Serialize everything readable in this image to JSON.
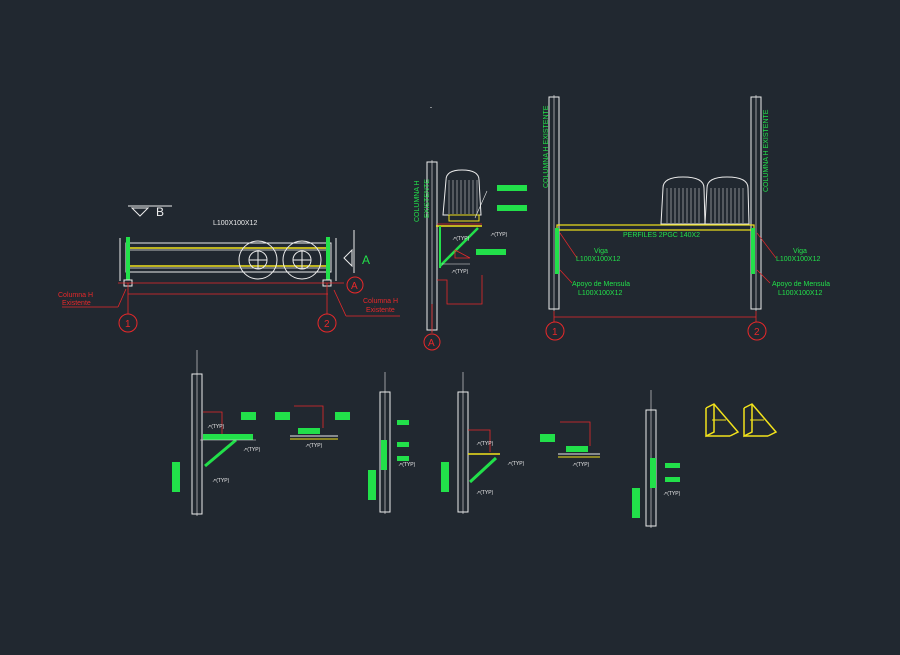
{
  "plan": {
    "section_b": "B",
    "section_a": "A",
    "angle_label": "L100X100X12",
    "column_label_line1": "Columna H",
    "column_label_line2": "Existente",
    "column2_label_line1": "Columna H",
    "column2_label_line2": "Existente",
    "axis_grid_a": "A",
    "axis_1": "1",
    "axis_2": "2"
  },
  "side_section": {
    "column_label_line1": "COLUMNA H",
    "column_label_line2": "EXISTENTE",
    "axis_a": "A"
  },
  "elevation": {
    "left_column_label": "COLUMNA H EXISTENTE",
    "right_column_label": "COLUMNA H EXISTENTE",
    "beam_label": "PERFILES 2PGC 140X2",
    "left_beam_name": "Viga",
    "left_beam_size": "L100X100X12",
    "right_beam_name": "Viga",
    "right_beam_size": "L100X100X12",
    "left_bracket_name": "Apoyo de Mensula",
    "left_bracket_size": "L100X100X12",
    "right_bracket_name": "Apoyo de Mensula",
    "right_bracket_size": "L100X100X12",
    "axis_1": "1",
    "axis_2": "2"
  },
  "colors": {
    "background": "#212830",
    "red": "#e8282a",
    "green": "#22e04a",
    "white": "#ececec",
    "yellow": "#f2e21b"
  }
}
